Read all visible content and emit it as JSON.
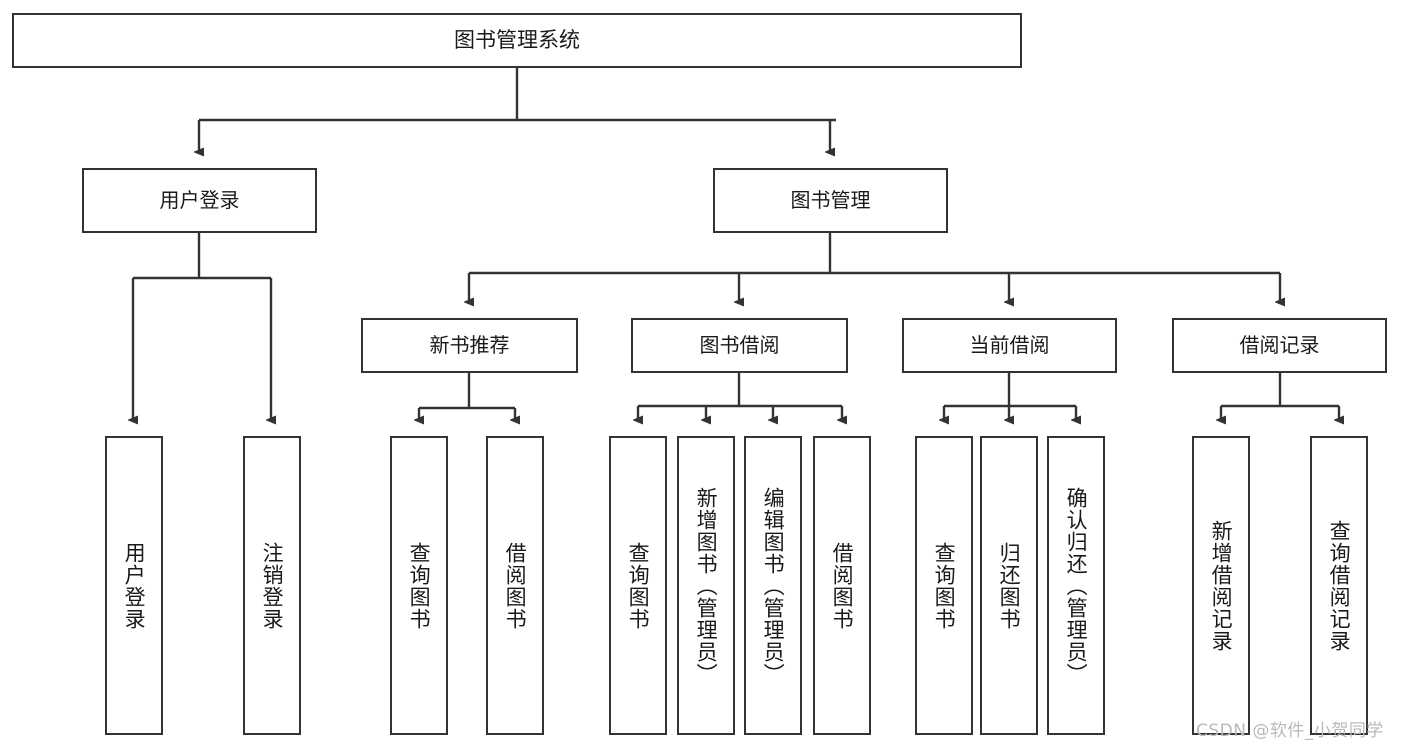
{
  "diagram": {
    "title": "图书管理系统",
    "watermark": "CSDN @软件_小贺同学",
    "root": {
      "label": "图书管理系统"
    },
    "level1": [
      {
        "label": "用户登录"
      },
      {
        "label": "图书管理"
      }
    ],
    "level2": [
      {
        "label": "新书推荐"
      },
      {
        "label": "图书借阅"
      },
      {
        "label": "当前借阅"
      },
      {
        "label": "借阅记录"
      }
    ],
    "leaves": {
      "user_login": [
        {
          "label": "用户登录"
        },
        {
          "label": "注销登录"
        }
      ],
      "new_book_recommend": [
        {
          "label": "查询图书"
        },
        {
          "label": "借阅图书"
        }
      ],
      "book_borrow": [
        {
          "label": "查询图书"
        },
        {
          "label": "新增图书（管理员）"
        },
        {
          "label": "编辑图书（管理员）"
        },
        {
          "label": "借阅图书"
        }
      ],
      "current_borrow": [
        {
          "label": "查询图书"
        },
        {
          "label": "归还图书"
        },
        {
          "label": "确认归还（管理员）"
        }
      ],
      "borrow_record": [
        {
          "label": "新增借阅记录"
        },
        {
          "label": "查询借阅记录"
        }
      ]
    },
    "colors": {
      "stroke": "#333333",
      "fill": "#ffffff",
      "text": "#1a1a1a",
      "watermark": "#b9b9b9"
    }
  }
}
